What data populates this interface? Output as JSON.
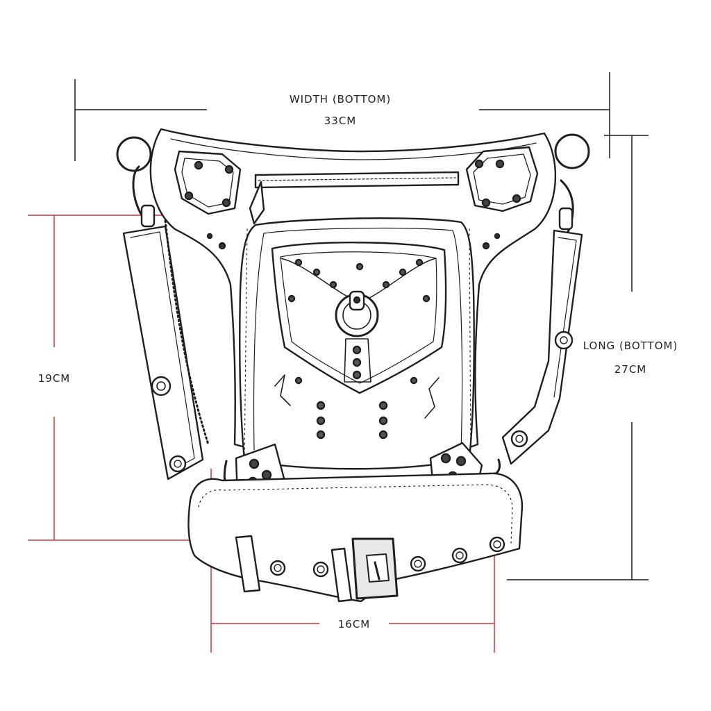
{
  "dimensions": {
    "width_bottom": {
      "label": "WIDTH (BOTTOM)",
      "value": "33CM"
    },
    "long_bottom": {
      "label": "LONG (BOTTOM)",
      "value": "27CM"
    },
    "height": {
      "value": "19CM"
    },
    "bottom_depth": {
      "value": "16CM"
    }
  },
  "colors": {
    "outline": "#1f1f1f",
    "dimension_black": "#1a1a1a",
    "dimension_red": "#d0343a",
    "background": "#ffffff",
    "metal": "#e8e8e8"
  }
}
